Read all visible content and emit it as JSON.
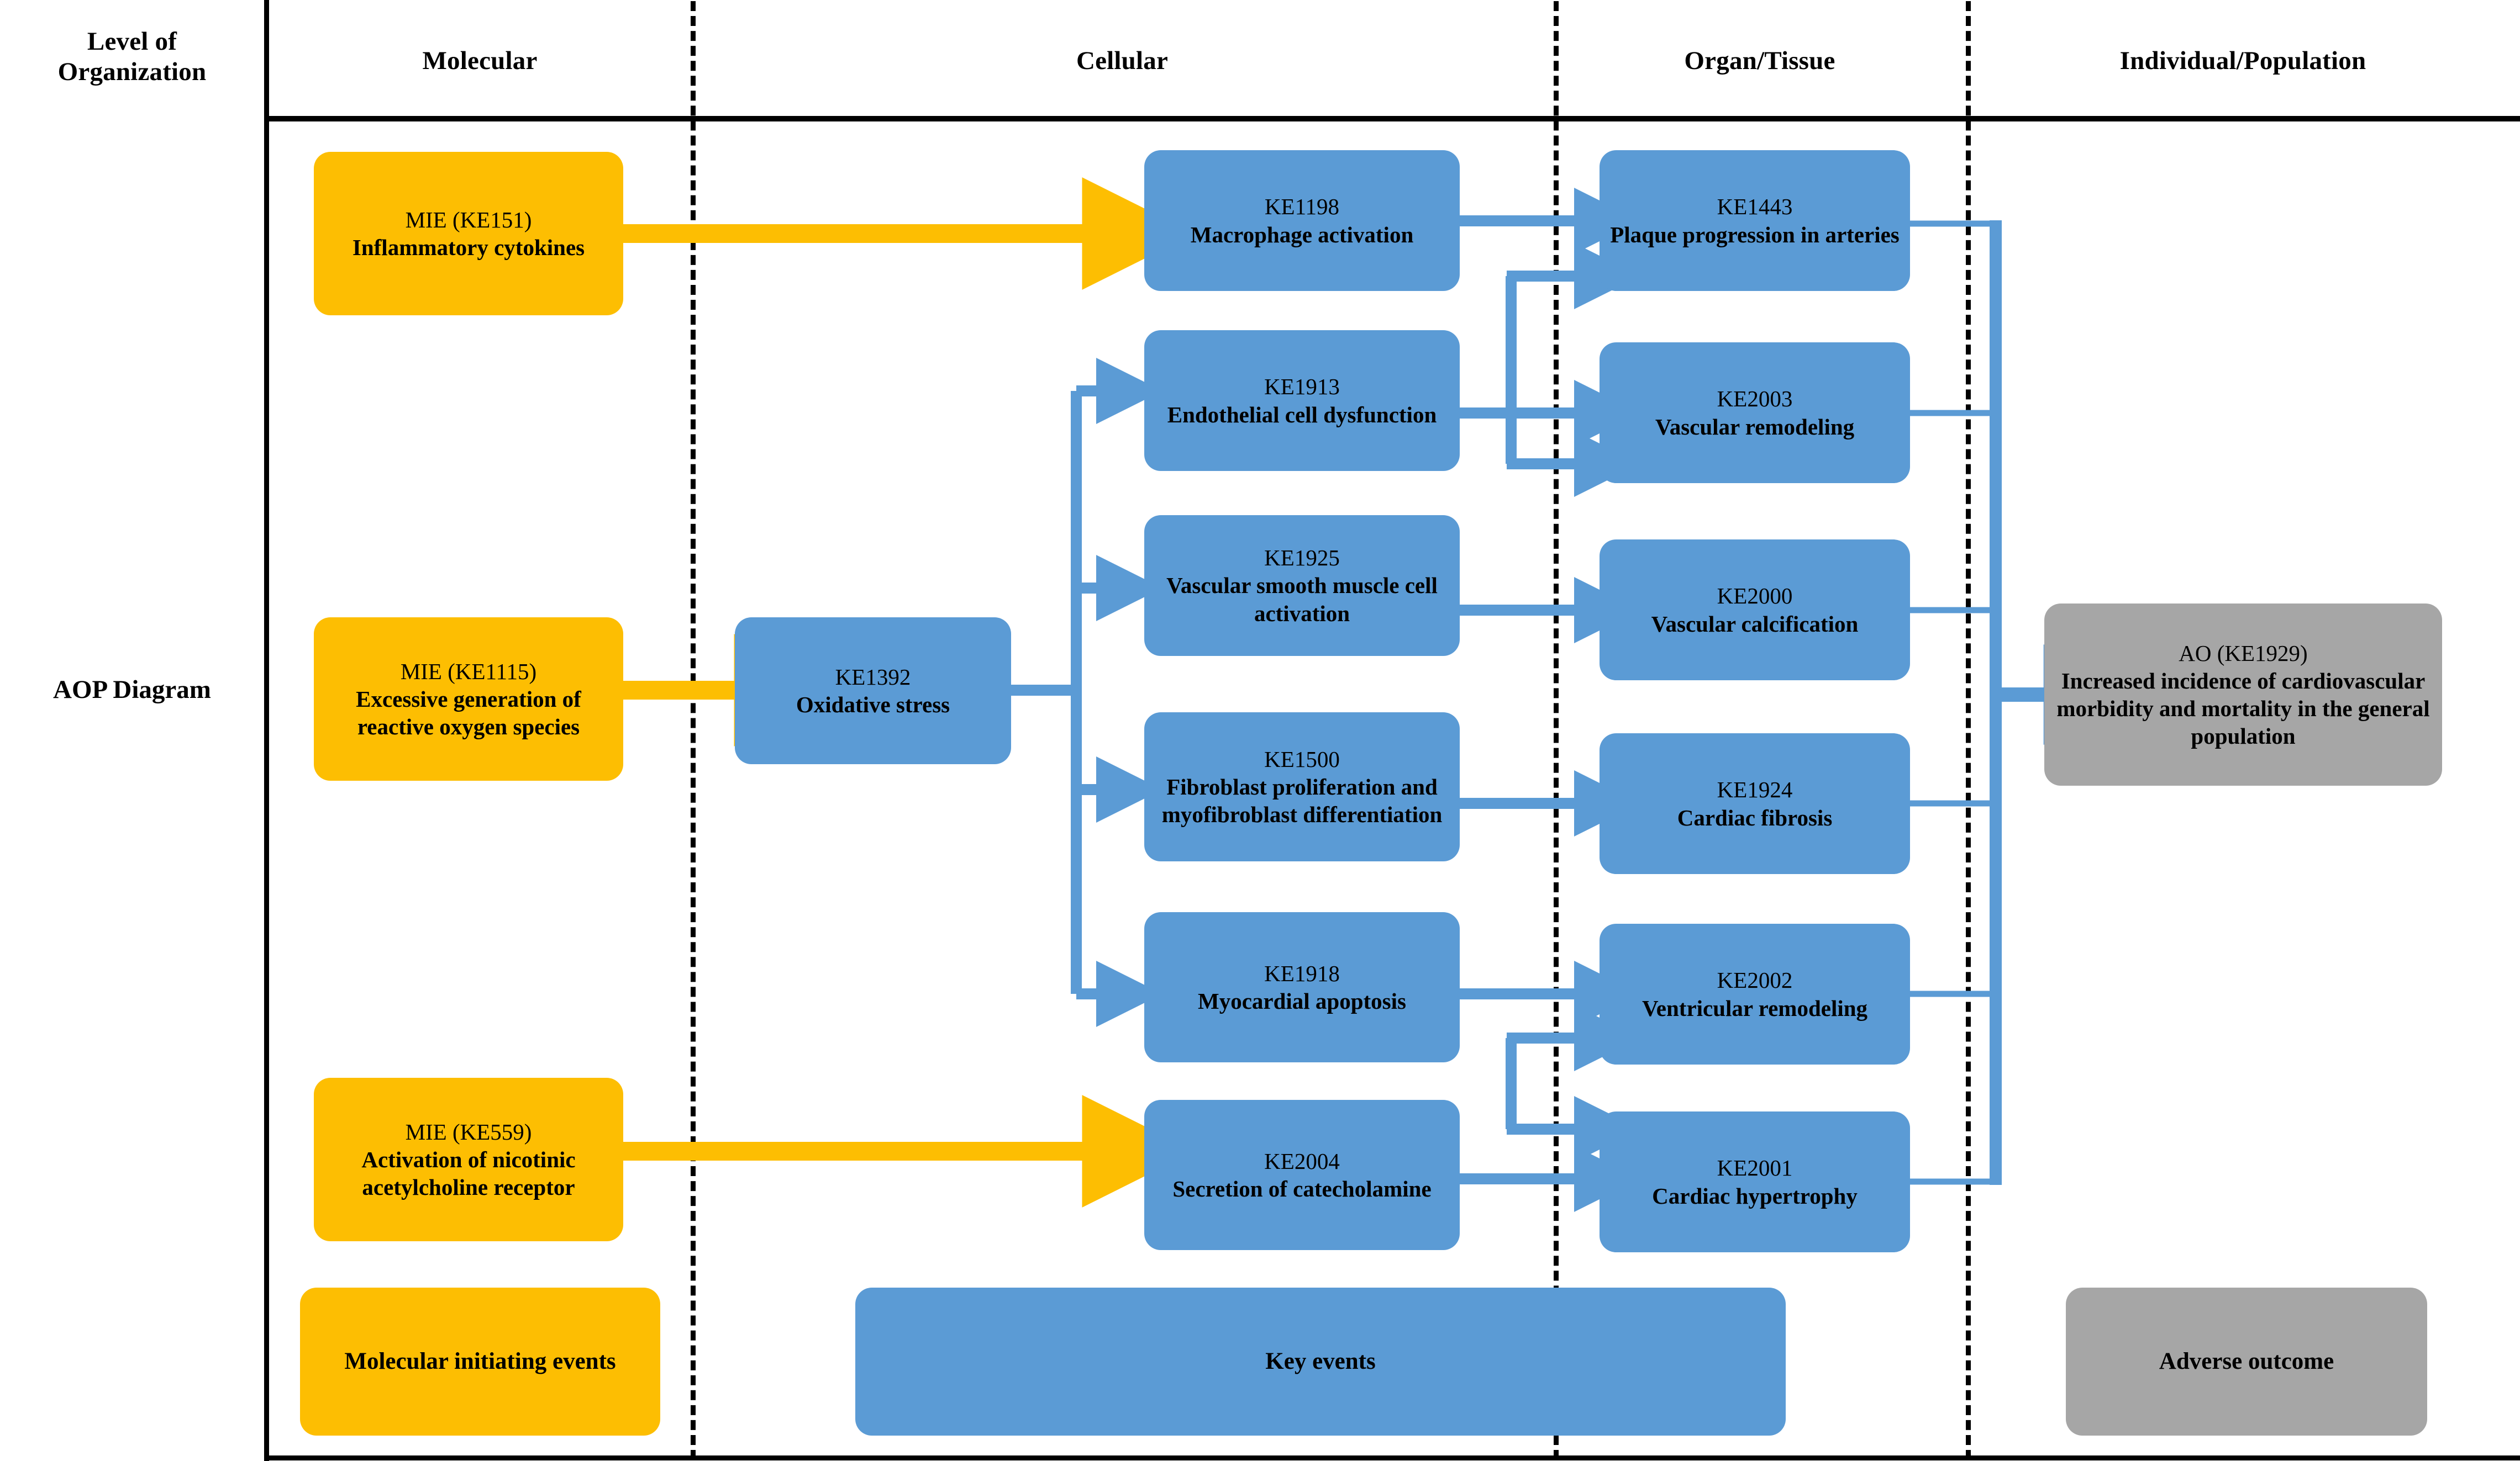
{
  "diagram": {
    "row_label": "AOP Diagram",
    "colors": {
      "mie": "#FDBE02",
      "key_event": "#5B9BD5",
      "adverse_outcome": "#A6A6A6",
      "arrow_yellow": "#FDBE02",
      "arrow_blue": "#5B9BD5",
      "rule": "#000000"
    },
    "header": {
      "level_label_line1": "Level of",
      "level_label_line2": "Organization",
      "columns": [
        {
          "label": "Molecular"
        },
        {
          "label": "Cellular"
        },
        {
          "label": "Organ/Tissue"
        },
        {
          "label": "Individual/Population"
        }
      ]
    },
    "nodes": {
      "molecular": [
        {
          "id": "KE151",
          "code": "MIE (KE151)",
          "title": "Inflammatory cytokines",
          "type": "mie"
        },
        {
          "id": "KE1115",
          "code": "MIE (KE1115)",
          "title": "Excessive generation of reactive oxygen species",
          "type": "mie"
        },
        {
          "id": "KE559",
          "code": "MIE (KE559)",
          "title": "Activation of nicotinic acetylcholine receptor",
          "type": "mie"
        },
        {
          "id": "KE1392",
          "code": "KE1392",
          "title": "Oxidative stress",
          "type": "key_event"
        }
      ],
      "cellular": [
        {
          "id": "KE1198",
          "code": "KE1198",
          "title": "Macrophage activation",
          "type": "key_event"
        },
        {
          "id": "KE1913",
          "code": "KE1913",
          "title": "Endothelial cell dysfunction",
          "type": "key_event"
        },
        {
          "id": "KE1925",
          "code": "KE1925",
          "title": "Vascular smooth muscle cell activation",
          "type": "key_event"
        },
        {
          "id": "KE1500",
          "code": "KE1500",
          "title": "Fibroblast proliferation and myofibroblast differentiation",
          "type": "key_event"
        },
        {
          "id": "KE1918",
          "code": "KE1918",
          "title": "Myocardial apoptosis",
          "type": "key_event"
        },
        {
          "id": "KE2004",
          "code": "KE2004",
          "title": "Secretion of catecholamine",
          "type": "key_event"
        }
      ],
      "organ_tissue": [
        {
          "id": "KE1443",
          "code": "KE1443",
          "title": "Plaque progression in arteries",
          "type": "key_event"
        },
        {
          "id": "KE2003",
          "code": "KE2003",
          "title": "Vascular remodeling",
          "type": "key_event"
        },
        {
          "id": "KE2000",
          "code": "KE2000",
          "title": "Vascular calcification",
          "type": "key_event"
        },
        {
          "id": "KE1924",
          "code": "KE1924",
          "title": "Cardiac fibrosis",
          "type": "key_event"
        },
        {
          "id": "KE2002",
          "code": "KE2002",
          "title": "Ventricular remodeling",
          "type": "key_event"
        },
        {
          "id": "KE2001",
          "code": "KE2001",
          "title": "Cardiac hypertrophy",
          "type": "key_event"
        }
      ],
      "individual_population": [
        {
          "id": "KE1929",
          "code": "AO (KE1929)",
          "title": "Increased incidence of cardiovascular morbidity and mortality in the general population",
          "type": "adverse_outcome"
        }
      ]
    },
    "legend": [
      {
        "label": "Molecular initiating events",
        "type": "mie"
      },
      {
        "label": "Key events",
        "type": "key_event"
      },
      {
        "label": "Adverse outcome",
        "type": "adverse_outcome"
      }
    ]
  }
}
